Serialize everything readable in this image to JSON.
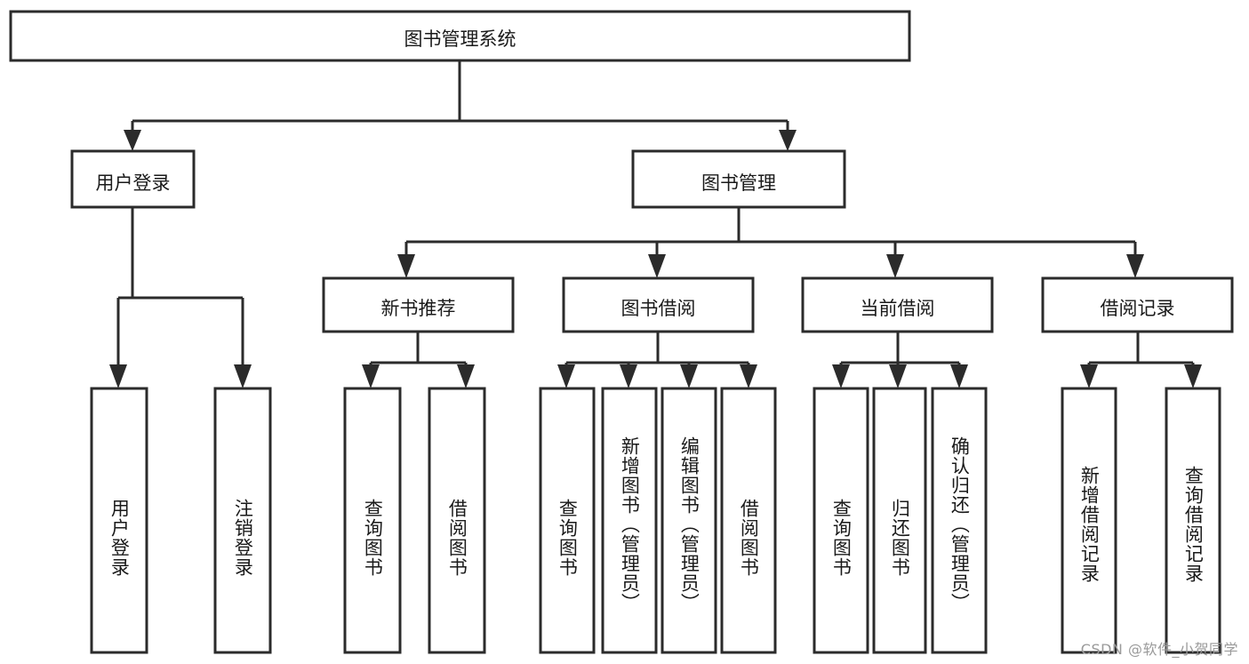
{
  "diagram": {
    "type": "tree",
    "title": "图书管理系统",
    "watermark": "CSDN @软件_小贺同学",
    "colors": {
      "stroke": "#2b2b2b",
      "fill": "#ffffff",
      "text": "#1a1a1a",
      "watermark": "#9a9a9a"
    },
    "nodes": {
      "root": "图书管理系统",
      "level2": [
        "用户登录",
        "图书管理"
      ],
      "level3": [
        "新书推荐",
        "图书借阅",
        "当前借阅",
        "借阅记录"
      ],
      "leaves_user_login": [
        "用户登录",
        "注销登录"
      ],
      "leaves_new_book": [
        "查询图书",
        "借阅图书"
      ],
      "leaves_borrow": [
        "查询图书",
        "新增图书（管理员）",
        "编辑图书（管理员）",
        "借阅图书"
      ],
      "leaves_current": [
        "查询图书",
        "归还图书",
        "确认归还（管理员）"
      ],
      "leaves_record": [
        "新增借阅记录",
        "查询借阅记录"
      ]
    },
    "edges": [
      {
        "from": "图书管理系统",
        "to": "用户登录"
      },
      {
        "from": "图书管理系统",
        "to": "图书管理"
      },
      {
        "from": "用户登录",
        "to": "用户登录"
      },
      {
        "from": "用户登录",
        "to": "注销登录"
      },
      {
        "from": "图书管理",
        "to": "新书推荐"
      },
      {
        "from": "图书管理",
        "to": "图书借阅"
      },
      {
        "from": "图书管理",
        "to": "当前借阅"
      },
      {
        "from": "图书管理",
        "to": "借阅记录"
      },
      {
        "from": "新书推荐",
        "to": "查询图书"
      },
      {
        "from": "新书推荐",
        "to": "借阅图书"
      },
      {
        "from": "图书借阅",
        "to": "查询图书"
      },
      {
        "from": "图书借阅",
        "to": "新增图书（管理员）"
      },
      {
        "from": "图书借阅",
        "to": "编辑图书（管理员）"
      },
      {
        "from": "图书借阅",
        "to": "借阅图书"
      },
      {
        "from": "当前借阅",
        "to": "查询图书"
      },
      {
        "from": "当前借阅",
        "to": "归还图书"
      },
      {
        "from": "当前借阅",
        "to": "确认归还（管理员）"
      },
      {
        "from": "借阅记录",
        "to": "新增借阅记录"
      },
      {
        "from": "借阅记录",
        "to": "查询借阅记录"
      }
    ]
  }
}
